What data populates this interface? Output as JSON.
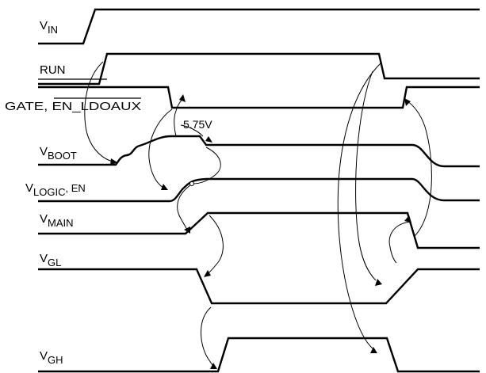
{
  "signals": {
    "vin": {
      "main": "V",
      "sub": "IN",
      "suffix": ""
    },
    "run": {
      "main": "RUN",
      "sub": "",
      "suffix": ""
    },
    "gate": {
      "main": "GATE, ",
      "over": "EN_LDOAUX"
    },
    "vboot": {
      "main": "V",
      "sub": "BOOT",
      "suffix": ""
    },
    "vlogic": {
      "main": "V",
      "sub": "LOGIC",
      "suffix": ", EN"
    },
    "vmain": {
      "main": "V",
      "sub": "MAIN",
      "suffix": ""
    },
    "vgl": {
      "main": "V",
      "sub": "GL",
      "suffix": ""
    },
    "vgh": {
      "main": "V",
      "sub": "GH",
      "suffix": ""
    }
  },
  "annotations": {
    "threshold": "5.75V"
  }
}
